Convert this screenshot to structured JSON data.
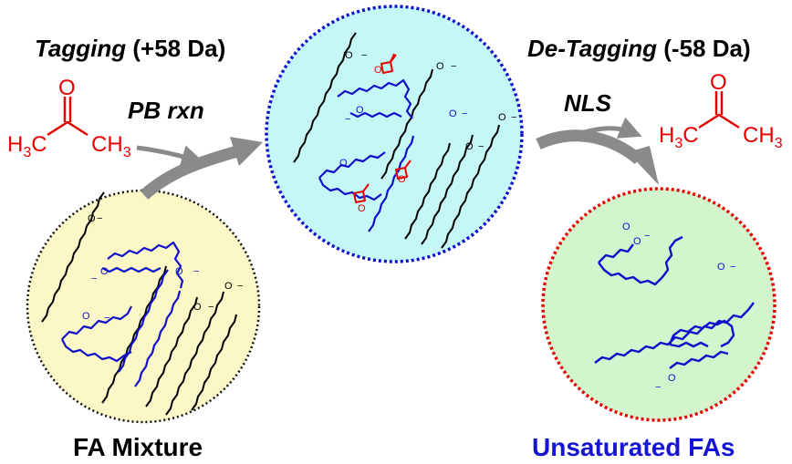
{
  "labels": {
    "tagging_word": "Tagging",
    "tagging_shift": " (+58 Da)",
    "detagging_word": "De-Tagging",
    "detagging_shift": " (-58 Da)",
    "pb_rxn": "PB rxn",
    "nls": "NLS",
    "fa_mixture": "FA Mixture",
    "unsaturated_fas": "Unsaturated FAs"
  },
  "acetone": {
    "oxygen": "O",
    "methyl": "H",
    "subscript": "3",
    "carbon": "C"
  },
  "atoms": {
    "oxygen": "O",
    "charge": "−"
  },
  "colors": {
    "saturated_chain": "#000000",
    "unsaturated_chain": "#1010cc",
    "tag_red": "#e60000",
    "mixture_fill": "#fbf7c6",
    "tagged_fill": "#c6f7f7",
    "product_fill": "#d2f5cd",
    "arrow_gray": "#8a8a8a",
    "unsaturated_label": "#1414d2"
  }
}
